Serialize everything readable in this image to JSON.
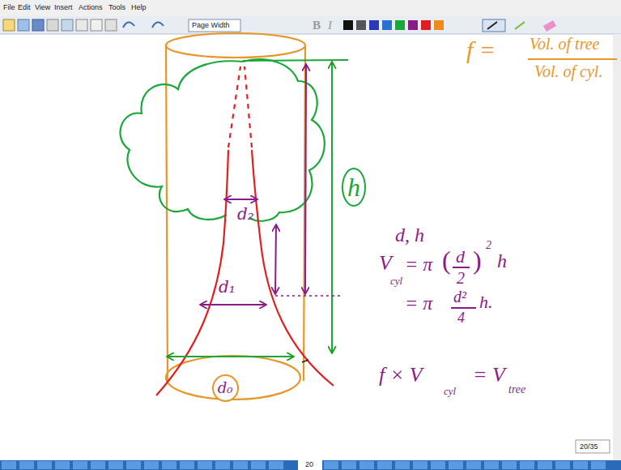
{
  "diagram": {
    "nodes": [
      {
        "text": [
          "h"
        ]
      },
      {
        "text": [
          "d₀"
        ]
      }
    ],
    "labels": [
      "File",
      "Edit",
      "View",
      "Insert",
      "Actions",
      "Tools",
      "Help",
      "Page Width",
      "B",
      "I",
      "f =",
      "Vol. of tree",
      "Vol. of cyl.",
      "d₂",
      "d₁",
      "d, h",
      "V",
      "cyl",
      "= π",
      "(",
      "d",
      "2",
      ")",
      "2",
      "h",
      "= π",
      "d²",
      "4",
      "h.",
      "f × V",
      "cyl",
      "= V",
      "tree",
      "20/35",
      "20"
    ]
  }
}
